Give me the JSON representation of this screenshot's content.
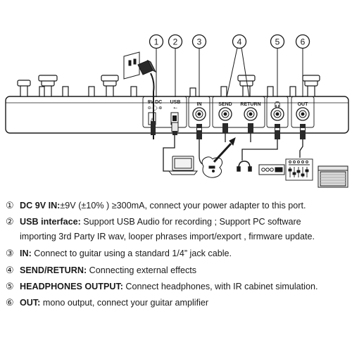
{
  "callouts": [
    "1",
    "2",
    "3",
    "4",
    "5",
    "6"
  ],
  "port_labels": {
    "dc": "9V DC",
    "usb": "USB",
    "in": "IN",
    "send": "SEND",
    "return": "RETURN",
    "out": "OUT"
  },
  "legend": [
    {
      "num": "①",
      "term": "DC 9V IN:",
      "desc": "±9V (±10% ) ≥300mA, connect your power adapter to this port."
    },
    {
      "num": "②",
      "term": "USB interface:",
      "desc": " Support USB Audio for recording ; Support PC software",
      "cont": "importing 3rd Party IR wav, looper phrases import/export , firmware update."
    },
    {
      "num": "③",
      "term": "IN:",
      "desc": " Connect to guitar using a standard 1/4” jack cable."
    },
    {
      "num": "④",
      "term": "SEND/RETURN:",
      "desc": " Connecting external effects"
    },
    {
      "num": "⑤",
      "term": "HEADPHONES OUTPUT:",
      "desc": " Connect headphones, with IR cabinet simulation."
    },
    {
      "num": "⑥",
      "term": "OUT:",
      "desc": " mono output, connect your guitar amplifier"
    }
  ],
  "colors": {
    "line": "#1a1a1a",
    "fill": "#ffffff",
    "shade": "#d9d9d9"
  }
}
